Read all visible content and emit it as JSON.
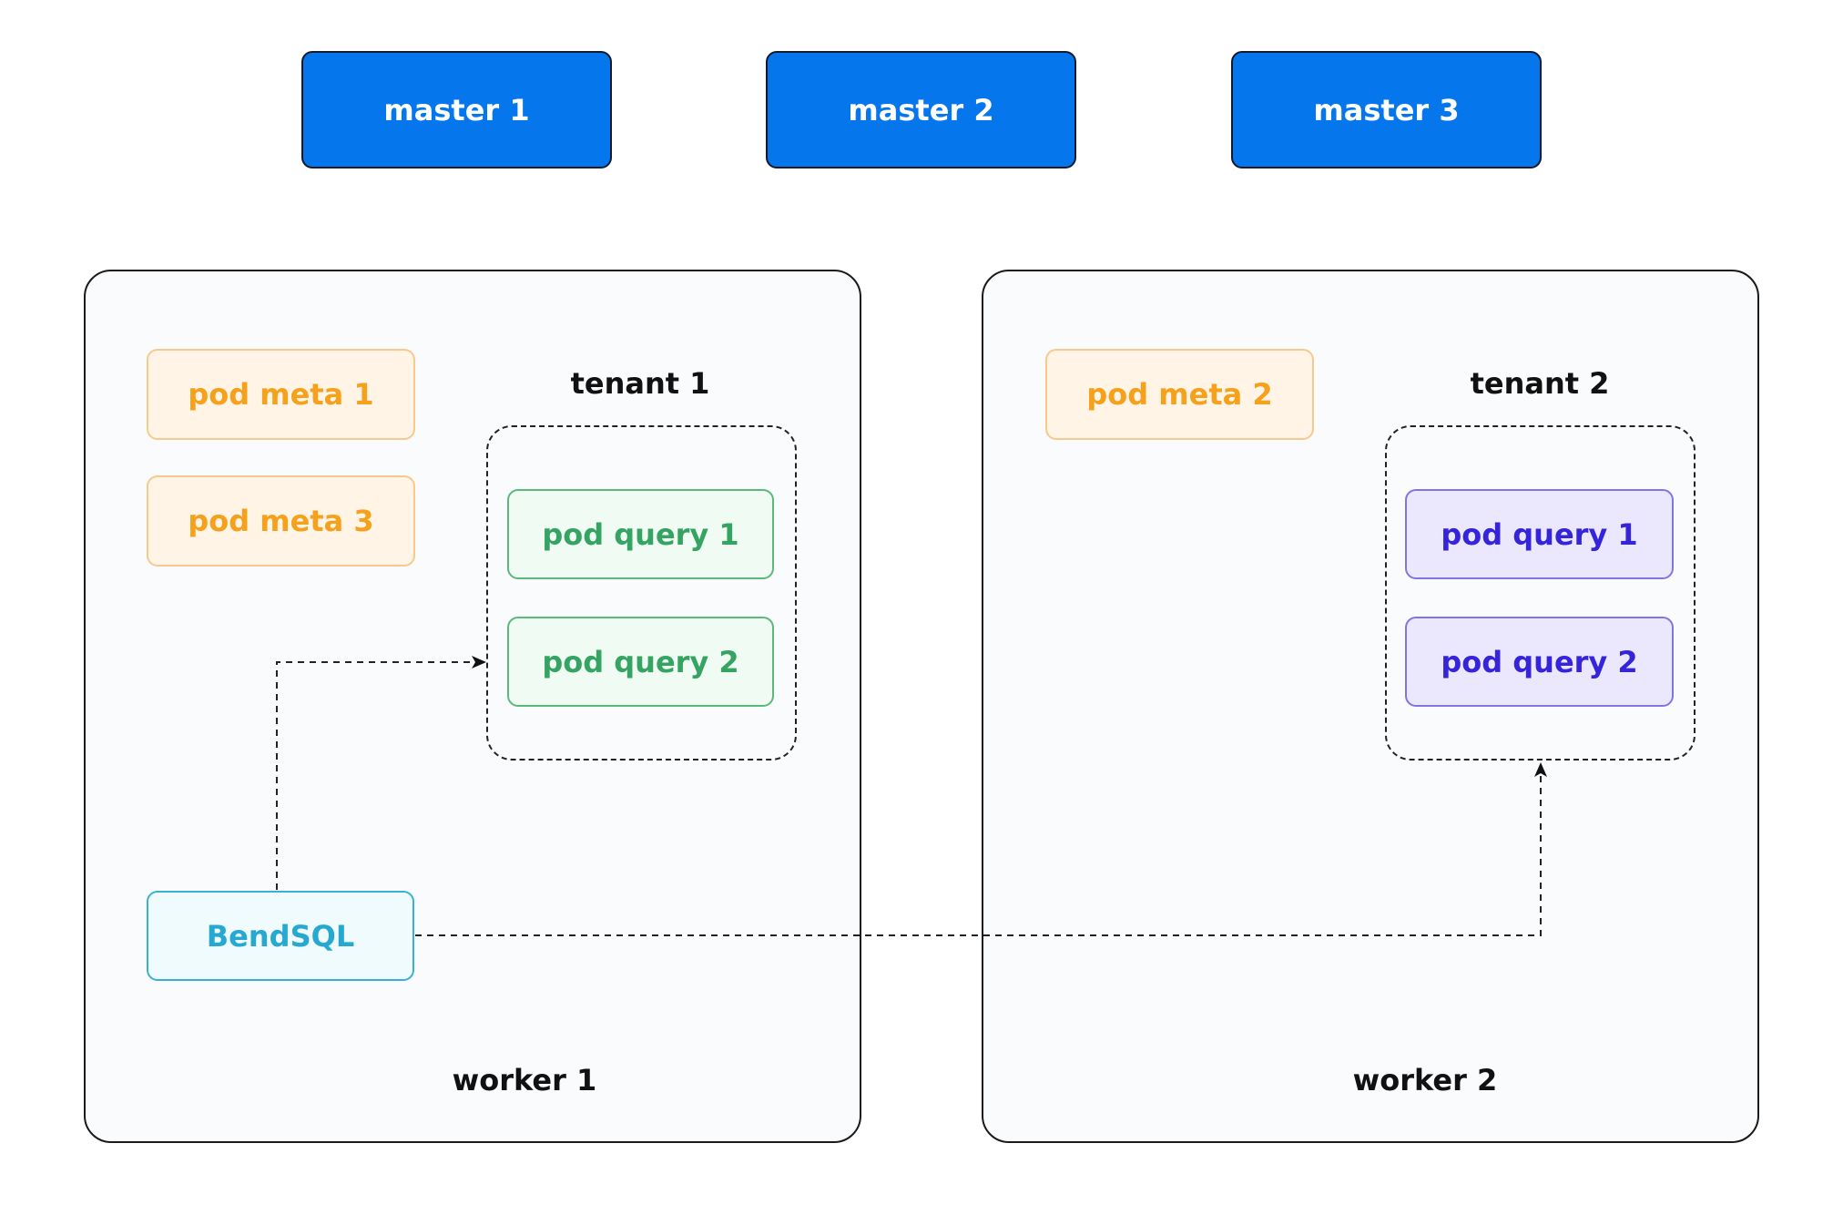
{
  "masters": [
    {
      "label": "master 1"
    },
    {
      "label": "master 2"
    },
    {
      "label": "master 3"
    }
  ],
  "workers": [
    {
      "label": "worker 1",
      "tenant_label": "tenant 1",
      "pod_meta": [
        "pod meta 1",
        "pod meta 3"
      ],
      "pod_queries": [
        "pod query 1",
        "pod query 2"
      ],
      "client": "BendSQL"
    },
    {
      "label": "worker 2",
      "tenant_label": "tenant 2",
      "pod_meta": [
        "pod meta 2"
      ],
      "pod_queries": [
        "pod query 1",
        "pod query 2"
      ]
    }
  ],
  "colors": {
    "master": "#0576ec",
    "pod_meta_text": "#f5a11c",
    "pod_query_tenant1_text": "#35a462",
    "pod_query_tenant2_text": "#3524d9",
    "bendsql_text": "#27a8d0"
  }
}
